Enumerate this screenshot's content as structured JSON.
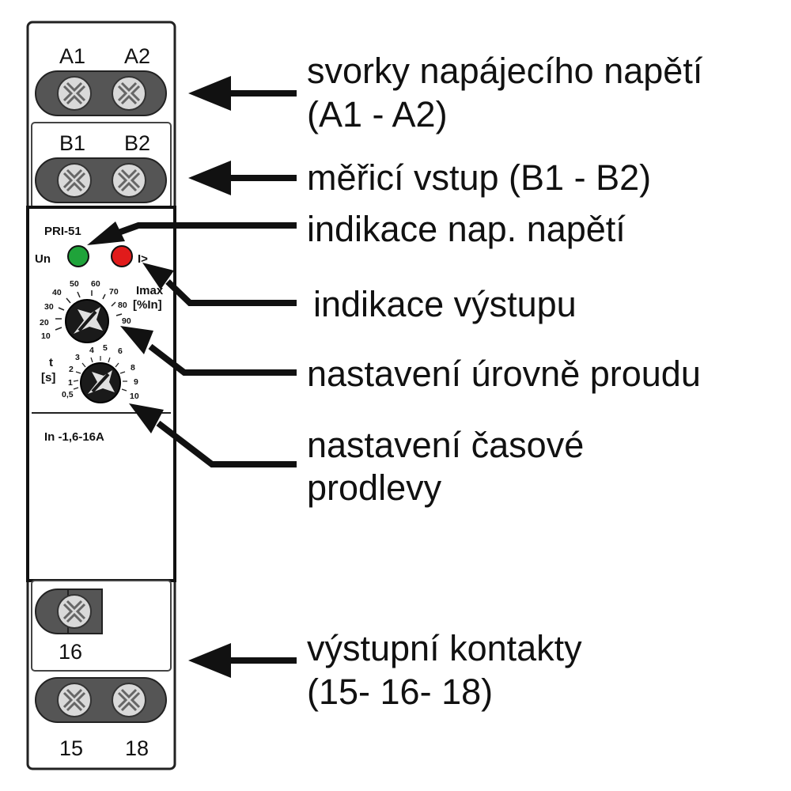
{
  "device": {
    "model": "PRI-51",
    "led_power_label": "Un",
    "led_output_label": "I>",
    "current_knob_unit_line1": "Imax",
    "current_knob_unit_line2": "[%In]",
    "current_scale": [
      "10",
      "20",
      "30",
      "40",
      "50",
      "60",
      "70",
      "80",
      "90"
    ],
    "time_knob_unit_line1": "t",
    "time_knob_unit_line2": "[s]",
    "time_scale": [
      "0,5",
      "1",
      "2",
      "3",
      "4",
      "5",
      "6",
      "8",
      "9",
      "10"
    ],
    "rating": "In -1,6-16A",
    "terminals": {
      "a1": "A1",
      "a2": "A2",
      "b1": "B1",
      "b2": "B2",
      "t16": "16",
      "t15": "15",
      "t18": "18"
    },
    "colors": {
      "led_power": "#1fa33a",
      "led_output": "#e11b1b",
      "screw_dark": "#555555",
      "screw_light": "#d9d9d9"
    }
  },
  "callouts": {
    "supply_line1": "svorky napájecího napětí",
    "supply_line2": "(A1 - A2)",
    "measuring_input": "měřicí vstup (B1 - B2)",
    "supply_indication": "indikace nap. napětí",
    "output_indication": "indikace výstupu",
    "current_setting": "nastavení úrovně proudu",
    "delay_line1": "nastavení časové",
    "delay_line2": "prodlevy",
    "outputs_line1": "výstupní kontakty",
    "outputs_line2": "(15- 16- 18)"
  }
}
